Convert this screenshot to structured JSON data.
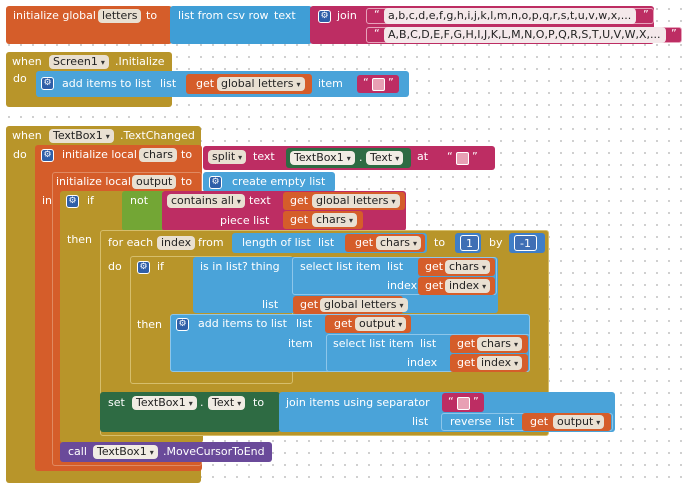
{
  "colors": {
    "global_var": "#d55d2a",
    "event": "#b8952a",
    "list": "#4aa3d9",
    "text": "#bd2d63",
    "logic": "#73a635",
    "component_set": "#2e6b43",
    "component_call": "#6a4a9a",
    "canvas_bg": "#ffffff"
  },
  "block1": {
    "keyword": "initialize global",
    "var_name": "letters",
    "to": "to",
    "fn": "list from csv row",
    "text_socket": "text",
    "join": "join",
    "str1": "a,b,c,d,e,f,g,h,i,j,k,l,m,n,o,p,q,r,s,t,u,v,w,x,...",
    "str2": "A,B,C,D,E,F,G,H,I,J,K,L,M,N,O,P,Q,R,S,T,U,V,W,X,..."
  },
  "block2": {
    "when": "when",
    "component": "Screen1",
    "event": ".Initialize",
    "do": "do",
    "stmt": "add items to list",
    "list_socket": "list",
    "get": "get",
    "var": "global letters",
    "item_socket": "item"
  },
  "block3": {
    "when": "when",
    "component": "TextBox1",
    "event": ".TextChanged",
    "do": "do",
    "in": "in",
    "init_local": "initialize local",
    "chars": "chars",
    "to": "to",
    "split": "split",
    "text": "text",
    "textbox": "TextBox1",
    "prop": "Text",
    "at": "at",
    "init_local2": "initialize local",
    "output": "output",
    "to2": "to",
    "create_empty": "create empty list",
    "if": "if",
    "then": "then",
    "not": "not",
    "contains_all": "contains all",
    "text_socket": "text",
    "get": "get",
    "global_letters": "global letters",
    "piece_list": "piece list",
    "for_each": "for each",
    "index": "index",
    "from": "from",
    "length_of_list": "length of list",
    "list": "list",
    "to3": "to",
    "step_to": "1",
    "by": "by",
    "step_by": "-1",
    "if2": "if",
    "is_in_list": "is in list? thing",
    "select_list_item": "select list item",
    "list_socket": "list",
    "index_socket": "index",
    "list_socket2": "list",
    "add_items": "add items to list",
    "item": "item",
    "set": "set",
    "set_component": "TextBox1",
    "set_prop": "Text",
    "set_to": "to",
    "join_sep": "join items using separator",
    "reverse": "reverse",
    "call": "call",
    "call_component": "TextBox1",
    "call_method": ".MoveCursorToEnd"
  }
}
